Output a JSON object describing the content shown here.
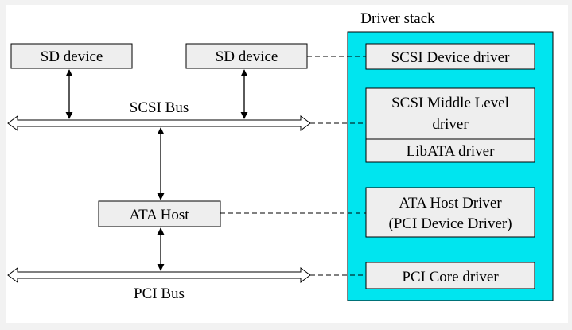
{
  "colors": {
    "background": "#f2f2f2",
    "canvas": "#ffffff",
    "box_fill": "#eeeeee",
    "stack_fill": "#00e5ef",
    "stroke": "#000000"
  },
  "driver_stack": {
    "title": "Driver stack",
    "scsi_device_driver": "SCSI Device driver",
    "scsi_middle_line1": "SCSI Middle Level",
    "scsi_middle_line2": "driver",
    "libata_driver": "LibATA driver",
    "ata_host_driver_line1": "ATA Host Driver",
    "ata_host_driver_line2": "(PCI Device Driver)",
    "pci_core_driver": "PCI Core driver"
  },
  "hardware": {
    "sd_device_1": "SD device",
    "sd_device_2": "SD device",
    "scsi_bus": "SCSI Bus",
    "ata_host": "ATA Host",
    "pci_bus": "PCI Bus"
  }
}
